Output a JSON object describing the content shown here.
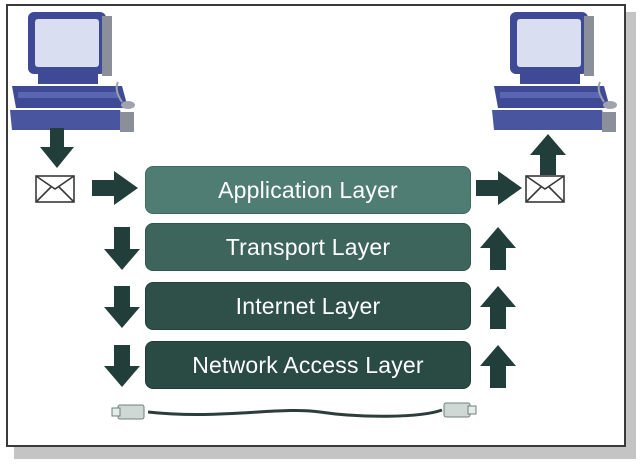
{
  "diagram": {
    "layers": [
      {
        "label": "Application Layer"
      },
      {
        "label": "Transport Layer"
      },
      {
        "label": "Internet Layer"
      },
      {
        "label": "Network Access Layer"
      }
    ],
    "colors": {
      "arrow": "#223e3a",
      "computer_body": "#3f4a96",
      "screen": "#d9def0",
      "layer_top": "#4f7d73",
      "layer_bottom": "#2a4a44",
      "cable": "#2c3e3a"
    },
    "icons": [
      "computer-icon",
      "envelope-icon",
      "arrow-icon",
      "cable-icon"
    ]
  }
}
